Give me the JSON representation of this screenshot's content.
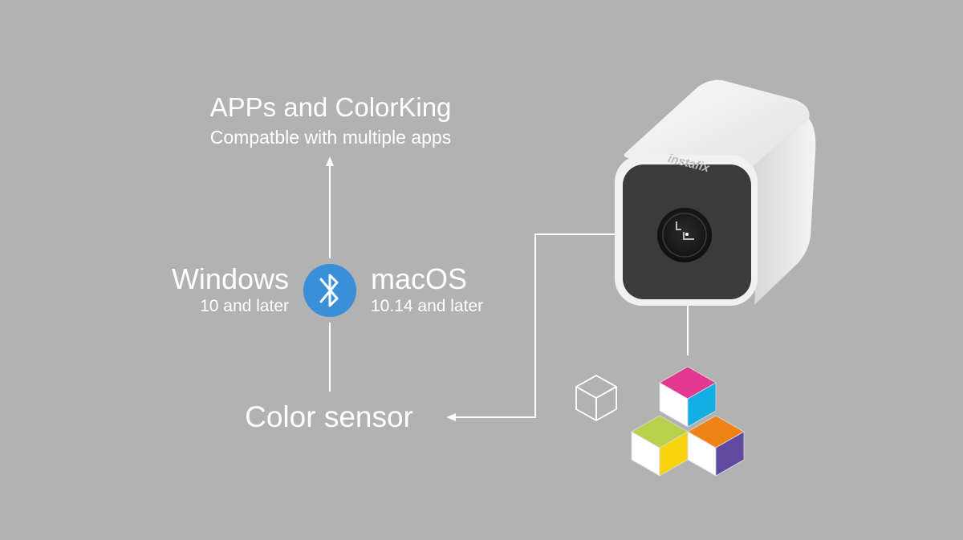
{
  "top": {
    "title": "APPs and ColorKing",
    "subtitle": "Compatble with multiple apps"
  },
  "windows": {
    "name": "Windows",
    "version": "10 and later"
  },
  "macos": {
    "name": "macOS",
    "version": "10.14 and later"
  },
  "bottom": {
    "label": "Color sensor"
  },
  "device": {
    "brand": "instafix"
  },
  "icons": {
    "center": "bluetooth-icon",
    "outline_cube": "cube-outline-icon",
    "cluster": "color-cubes-icon"
  },
  "colors": {
    "background": "#b2b2b2",
    "bluetooth": "#3a8fd9",
    "magenta": "#e2388f",
    "cyan": "#13aee4",
    "lime": "#b8d04a",
    "yellow": "#f8d20c",
    "orange": "#ef8318",
    "purple": "#5f4aa0"
  }
}
